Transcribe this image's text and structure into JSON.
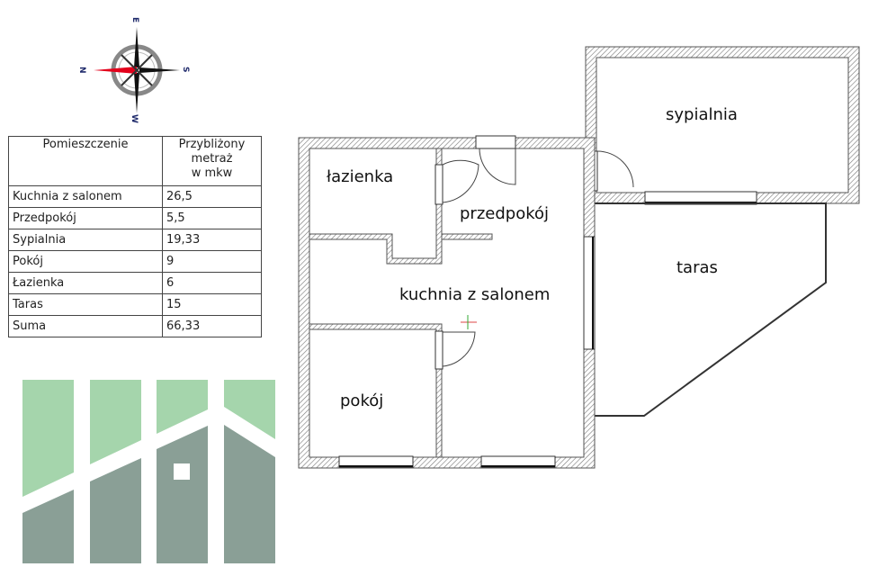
{
  "compass": {
    "north": "N",
    "east": "E",
    "south": "S",
    "west": "W"
  },
  "table": {
    "header_room": "Pomieszczenie",
    "header_area_lines": [
      "Przybliżony",
      "metraż",
      "w mkw"
    ],
    "rows": [
      {
        "room": "Kuchnia z salonem",
        "area": "26,5"
      },
      {
        "room": "Przedpokój",
        "area": "5,5"
      },
      {
        "room": "Sypialnia",
        "area": "19,33"
      },
      {
        "room": "Pokój",
        "area": "9"
      },
      {
        "room": "Łazienka",
        "area": "6"
      },
      {
        "room": "Taras",
        "area": "15"
      },
      {
        "room": "Suma",
        "area": "66,33"
      }
    ]
  },
  "plan": {
    "labels": {
      "bathroom": "łazienka",
      "hallway": "przedpokój",
      "kitchen": "kuchnia z salonem",
      "room": "pokój",
      "bedroom": "sypialnia",
      "terrace": "taras"
    }
  },
  "colors": {
    "logo_light": "#a5d5ac",
    "logo_dark": "#8a9f96",
    "compass_red": "#e3001b"
  }
}
